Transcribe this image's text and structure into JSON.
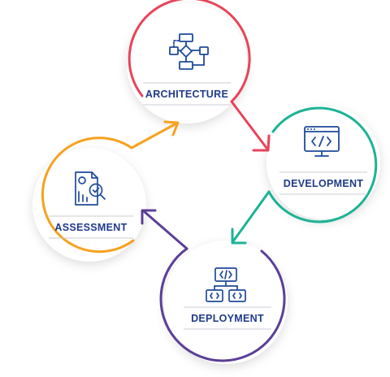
{
  "colors": {
    "architecture": "#e8445a",
    "development": "#1db394",
    "deployment": "#5b3f98",
    "assessment": "#f6a21e",
    "label_text": "#1f3a8a",
    "icon": "#1f4a9c",
    "rule": "#c9ccd6"
  },
  "stages": [
    {
      "id": "architecture",
      "label": "ARCHITECTURE",
      "icon": "flowchart-icon"
    },
    {
      "id": "development",
      "label": "DEVELOPMENT",
      "icon": "code-monitor-icon"
    },
    {
      "id": "deployment",
      "label": "DEPLOYMENT",
      "icon": "network-code-icon"
    },
    {
      "id": "assessment",
      "label": "ASSESSMENT",
      "icon": "document-search-icon"
    }
  ]
}
